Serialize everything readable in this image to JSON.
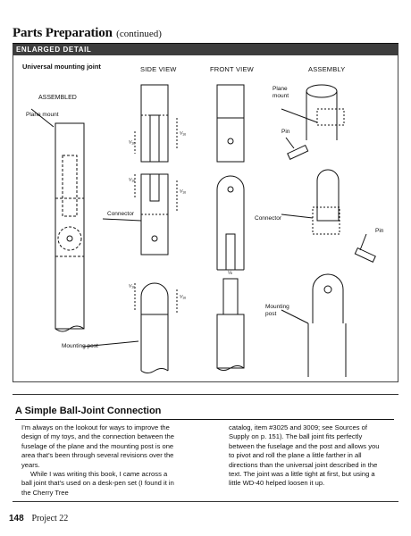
{
  "header": {
    "title": "Parts Preparation",
    "continued": "(continued)"
  },
  "section_bar": "Enlarged Detail",
  "figure": {
    "heading": "Universal mounting joint",
    "views": {
      "side": "SIDE VIEW",
      "front": "FRONT VIEW",
      "assembly": "ASSEMBLY"
    },
    "assembled_label": "ASSEMBLED",
    "callouts": {
      "plane_mount_left": "Plane mount",
      "plane_mount_assembly": "Plane\nmount",
      "pin_top": "Pin",
      "pin_right": "Pin",
      "connector_left": "Connector",
      "connector_assembly": "Connector",
      "mounting_post_left": "Mounting post",
      "mounting_post_assembly": "Mounting\npost"
    },
    "dimensions": {
      "d1": "⁵⁄₁₆",
      "d2": "⁵⁄₁₆",
      "d3": "⁵⁄₁₆",
      "d4": "⁵⁄₁₆",
      "d5": "⁵⁄₁₆",
      "d6": "⁵⁄₁₆",
      "d7": "⅛"
    }
  },
  "sidebar": {
    "title": "A Simple Ball-Joint Connection",
    "left_p1": "I’m always on the lookout for ways to improve the design of my toys, and the connection between the fuselage of the plane and the mounting post is one area that’s been through several revisions over the years.",
    "left_p2": "While I was writing this book, I came across a ball joint that’s used on a desk-pen set (I found it in the Cherry Tree",
    "right_p1": "catalog, item #3025 and 3009; see Sources of Supply on p. 151). The ball joint fits perfectly between the fuselage and the post and allows you to pivot and roll the plane a little farther in all directions than the universal joint described in the text. The joint was a little tight at first, but using a little WD-40 helped loosen it up."
  },
  "footer": {
    "page_number": "148",
    "project": "Project 22"
  }
}
